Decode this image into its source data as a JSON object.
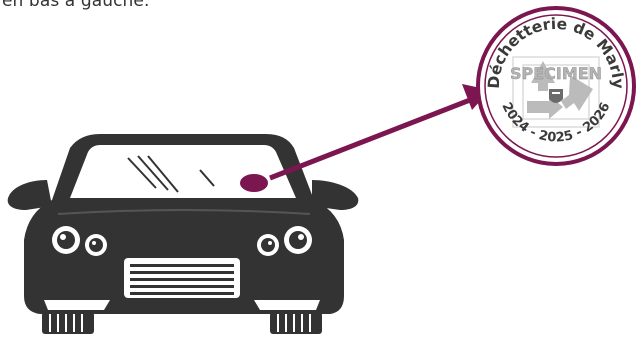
{
  "caption": "en bas à gauche.",
  "sticker": {
    "arc_title": "Déchetterie de Marly",
    "specimen": "SPECIMEN",
    "years": "2024 - 2025 - 2026"
  },
  "colors": {
    "accent": "#7b1650",
    "car_body": "#333333",
    "sticker_ring": "#7b1650",
    "sticker_fill": "#ffffff",
    "sticker_text": "#3a3a3a",
    "recycle_grey": "#b4b4b4"
  },
  "icons": [
    "car-icon",
    "arrow-icon",
    "recycle-icon",
    "crest-icon",
    "windshield-dot-icon"
  ]
}
